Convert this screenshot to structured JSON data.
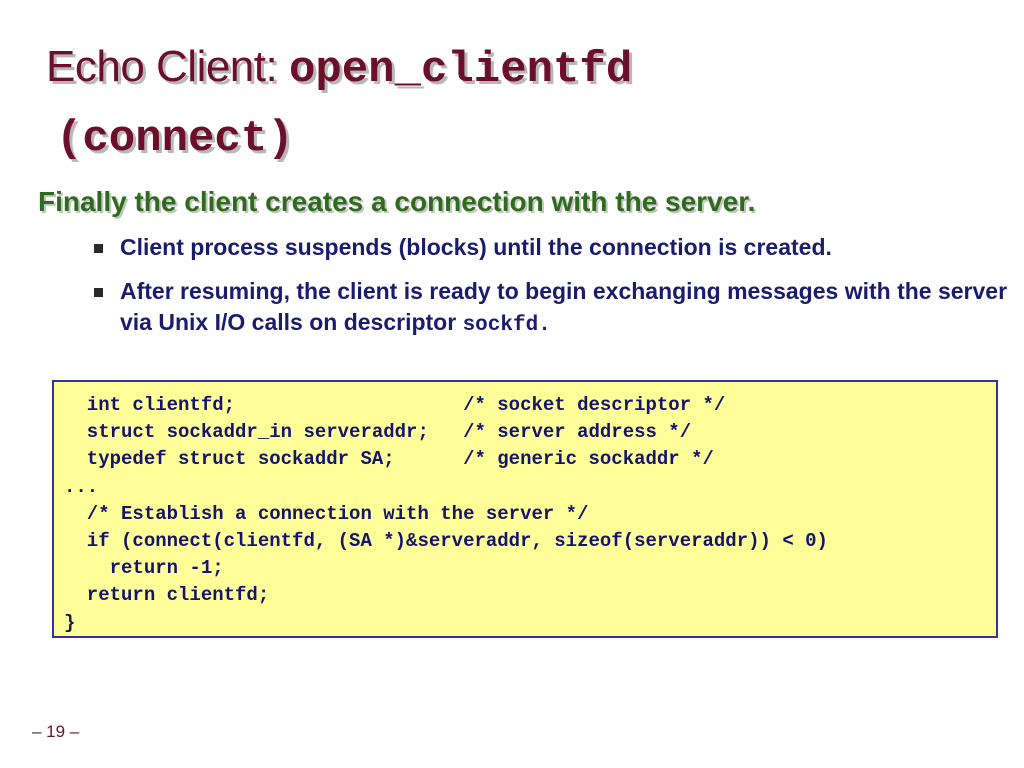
{
  "title": {
    "text_sans": "Echo Client: ",
    "text_mono_1": "open_clientfd",
    "text_mono_2": "(connect)"
  },
  "lead": "Finally the client creates a connection with the server.",
  "bullets": [
    {
      "text": "Client process suspends (blocks) until the connection is created."
    },
    {
      "text": "After resuming, the client is ready to begin exchanging messages with the server via Unix I/O calls on descriptor ",
      "code": "sockfd",
      "suffix": "."
    }
  ],
  "code_lines": [
    "  int clientfd;                    /* socket descriptor */",
    "  struct sockaddr_in serveraddr;   /* server address */",
    "  typedef struct sockaddr SA;      /* generic sockaddr */",
    "...",
    "  /* Establish a connection with the server */",
    "  if (connect(clientfd, (SA *)&serveraddr, sizeof(serveraddr)) < 0)",
    "    return -1;",
    "  return clientfd;",
    "}"
  ],
  "page_number": "– 19 –"
}
